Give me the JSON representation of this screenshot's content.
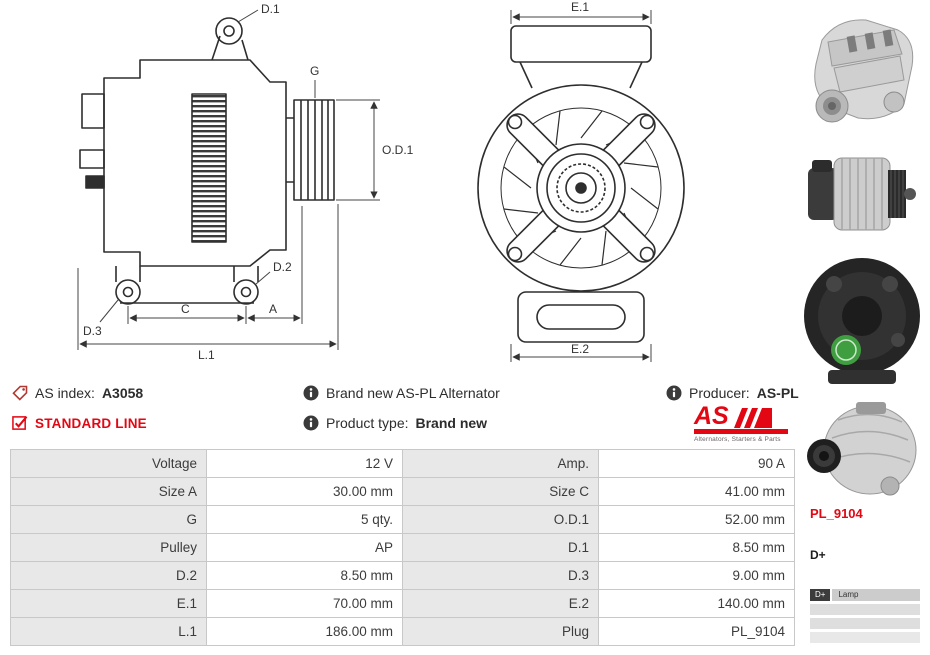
{
  "colors": {
    "accent_red": "#e30613",
    "label_cell": "#e8e8e8"
  },
  "info": {
    "as_index": {
      "label": "AS index:",
      "value": "A3058"
    },
    "brand_new": "Brand new AS-PL Alternator",
    "producer": {
      "label": "Producer:",
      "value": "AS-PL"
    },
    "standard_line": "STANDARD LINE",
    "product_type": {
      "label": "Product type:",
      "value": "Brand new"
    }
  },
  "logo": {
    "text": "AS",
    "subtext": "Alternators, Starters & Parts"
  },
  "specs": {
    "rows": [
      [
        "Voltage",
        "12 V",
        "Amp.",
        "90 A"
      ],
      [
        "Size A",
        "30.00 mm",
        "Size C",
        "41.00 mm"
      ],
      [
        "G",
        "5 qty.",
        "O.D.1",
        "52.00 mm"
      ],
      [
        "Pulley",
        "AP",
        "D.1",
        "8.50 mm"
      ],
      [
        "D.2",
        "8.50 mm",
        "D.3",
        "9.00 mm"
      ],
      [
        "E.1",
        "70.00 mm",
        "E.2",
        "140.00 mm"
      ],
      [
        "L.1",
        "186.00 mm",
        "Plug",
        "PL_9104"
      ]
    ]
  },
  "side_panel": {
    "plug_code": "PL_9104",
    "terminal": "D+",
    "legend_pin": "D+",
    "legend_label": "Lamp"
  },
  "diagram_labels": {
    "d1": "D.1",
    "g": "G",
    "od1": "O.D.1",
    "d2": "D.2",
    "d3": "D.3",
    "c": "C",
    "a": "A",
    "l1": "L.1",
    "e1": "E.1",
    "e2": "E.2"
  }
}
